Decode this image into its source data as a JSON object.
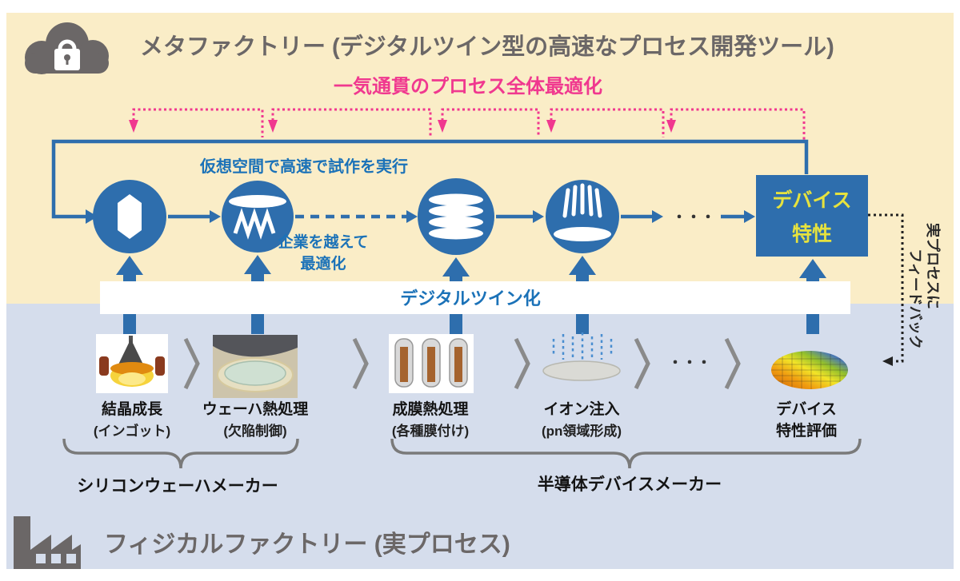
{
  "colors": {
    "canvas_cream": "#faedc7",
    "canvas_light_blue": "#d5ddec",
    "primary_blue": "#2e6ead",
    "text_blue": "#1b72b8",
    "accent_pink": "#f0388f",
    "device_yellow": "#e6e23e",
    "icon_gray": "#6b6767",
    "label_dark": "#141414"
  },
  "meta_factory": {
    "cloud_icon": "cloud-lock-icon",
    "title": "メタファクトリー (デジタルツイン型の高速なプロセス開発ツール)",
    "optimization_label": "一気通貫のプロセス全体最適化",
    "virtual_run_label": "仮想空間で高速で試作を実行",
    "cross_company_line1": "企業を越えて",
    "cross_company_line2": "最適化",
    "ellipsis": "・・・",
    "nodes": [
      {
        "icon": "crystal-ingot-icon"
      },
      {
        "icon": "wafer-anneal-icon"
      },
      {
        "icon": "film-stack-icon"
      },
      {
        "icon": "ion-implant-icon"
      }
    ],
    "device_box": {
      "line1": "デバイス",
      "line2": "特性"
    }
  },
  "digital_twin_band": {
    "label": "デジタルツイン化"
  },
  "feedback_note": {
    "line1": "実プロセスに",
    "line2": "フィードバック"
  },
  "physical_factory": {
    "title": "フィジカルファクトリー (実プロセス)",
    "factory_icon": "factory-icon",
    "ellipsis": "・・・",
    "steps": [
      {
        "name": "結晶成長",
        "sub": "(インゴット)",
        "icon": "crystal-growth-photo"
      },
      {
        "name": "ウェーハ熱処理",
        "sub": "(欠陥制御)",
        "icon": "wafer-anneal-photo"
      },
      {
        "name": "成膜熱処理",
        "sub": "(各種膜付け)",
        "icon": "furnace-tubes-photo"
      },
      {
        "name": "イオン注入",
        "sub": "(pn領域形成)",
        "icon": "ion-implant-photo"
      },
      {
        "name": "デバイス",
        "sub": "特性評価",
        "icon": "device-wafer-photo"
      }
    ],
    "groups": [
      {
        "label": "シリコンウェーハメーカー"
      },
      {
        "label": "半導体デバイスメーカー"
      }
    ]
  }
}
